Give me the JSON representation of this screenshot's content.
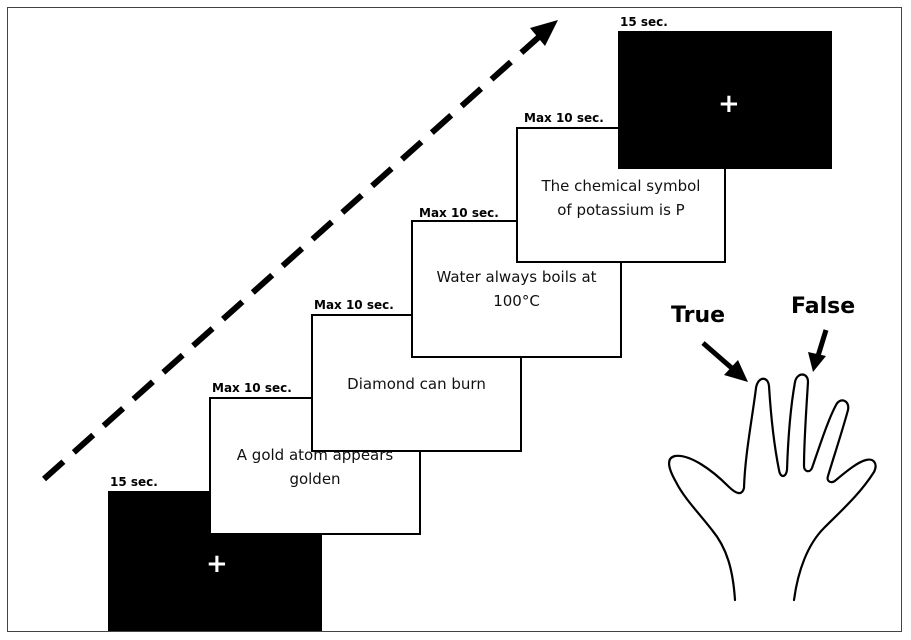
{
  "slides": {
    "fixation_start": {
      "duration": "15 sec.",
      "symbol": "+"
    },
    "trial_1": {
      "duration": "Max 10 sec.",
      "statement_line1": "A gold atom appears",
      "statement_line2": "golden"
    },
    "trial_2": {
      "duration": "Max 10 sec.",
      "statement_line1": "Diamond can burn"
    },
    "trial_3": {
      "duration": "Max 10 sec.",
      "statement_line1": "Water always boils at",
      "statement_line2": "100°C"
    },
    "trial_4": {
      "duration": "Max 10 sec.",
      "statement_line1": "The chemical symbol",
      "statement_line2": "of potassium is P"
    },
    "fixation_end": {
      "duration": "15 sec.",
      "symbol": "+"
    }
  },
  "response": {
    "true_label": "True",
    "false_label": "False"
  },
  "colors": {
    "stroke": "#000000",
    "background": "#ffffff",
    "fixation_bg": "#000000"
  }
}
